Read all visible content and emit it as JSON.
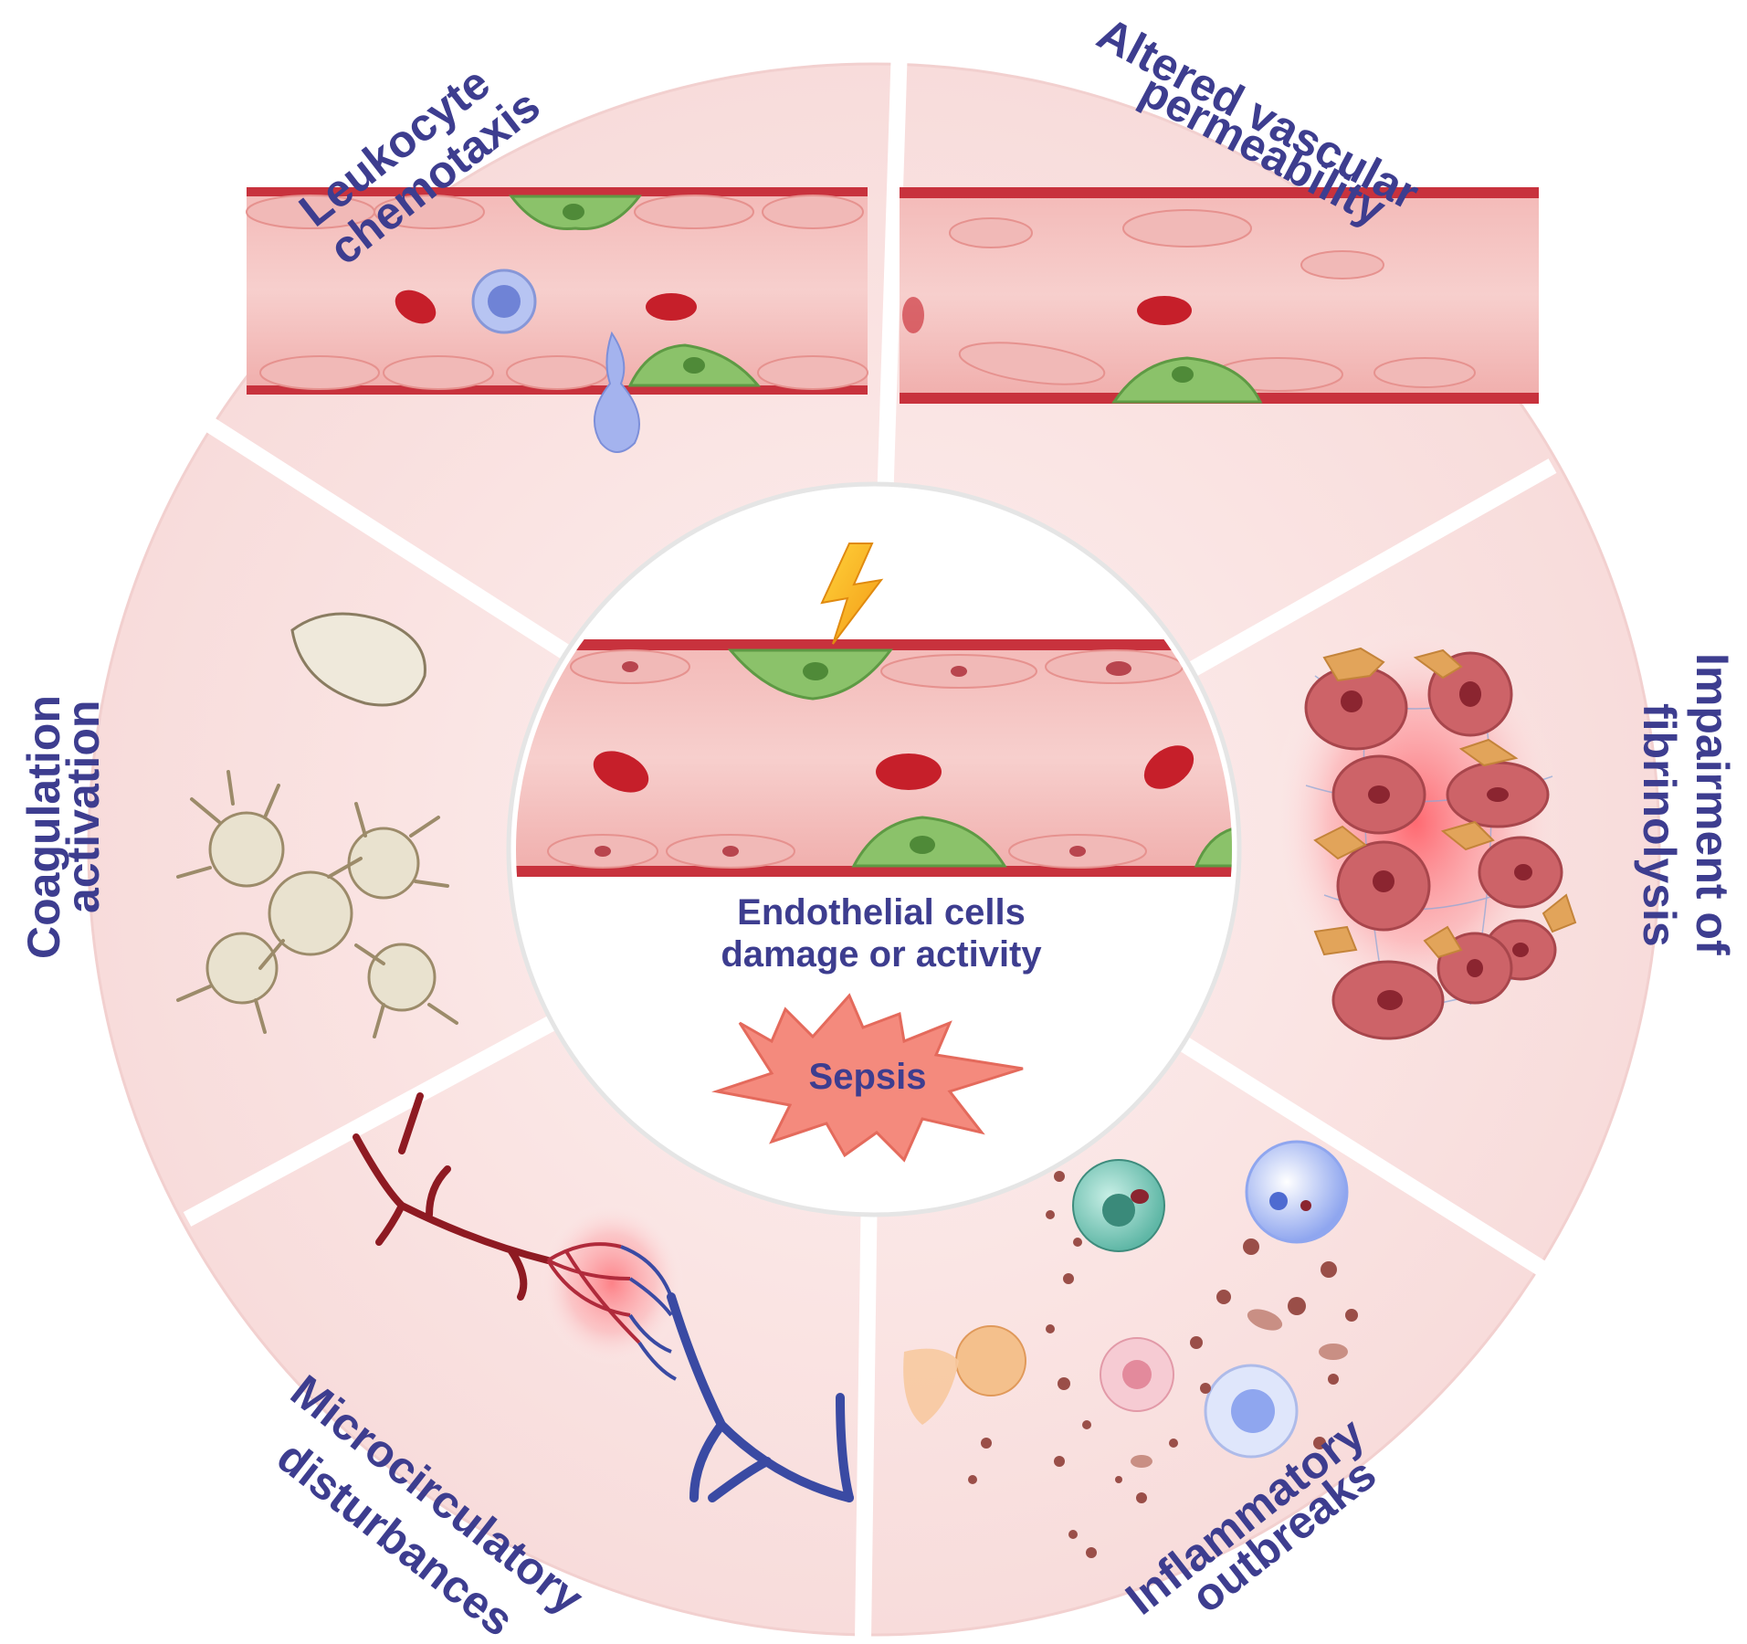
{
  "center": {
    "line1": "Endothelial cells",
    "line2": "damage or activity",
    "badge": "Sepsis"
  },
  "sectors": {
    "leukocyte": {
      "line1": "Leukocyte",
      "line2": "chemotaxis"
    },
    "permeability": {
      "line1": "Altered vascular",
      "line2": "permeability"
    },
    "fibrinolysis": {
      "line1": "Impairment of",
      "line2": "fibrinolysis"
    },
    "inflammatory": {
      "line1": "Inflammatory",
      "line2": "outbreaks"
    },
    "microcirculatory": {
      "line1": "Microcirculatory",
      "line2": "disturbances"
    },
    "coagulation": {
      "line1": "Coagulation",
      "line2": "activation"
    }
  },
  "colors": {
    "label": "#3d3d8f",
    "sector_fill": "#fbe7e7",
    "vessel_wall": "#c8323d",
    "endothelial_cell": "#f1b9b7",
    "activated_cell": "#8bc26a",
    "rbc": "#c61f2a",
    "artery": "#8e1a22",
    "vein": "#3a4aa3",
    "platelet": "#e9e2cf",
    "badge": "#f48a7d"
  }
}
